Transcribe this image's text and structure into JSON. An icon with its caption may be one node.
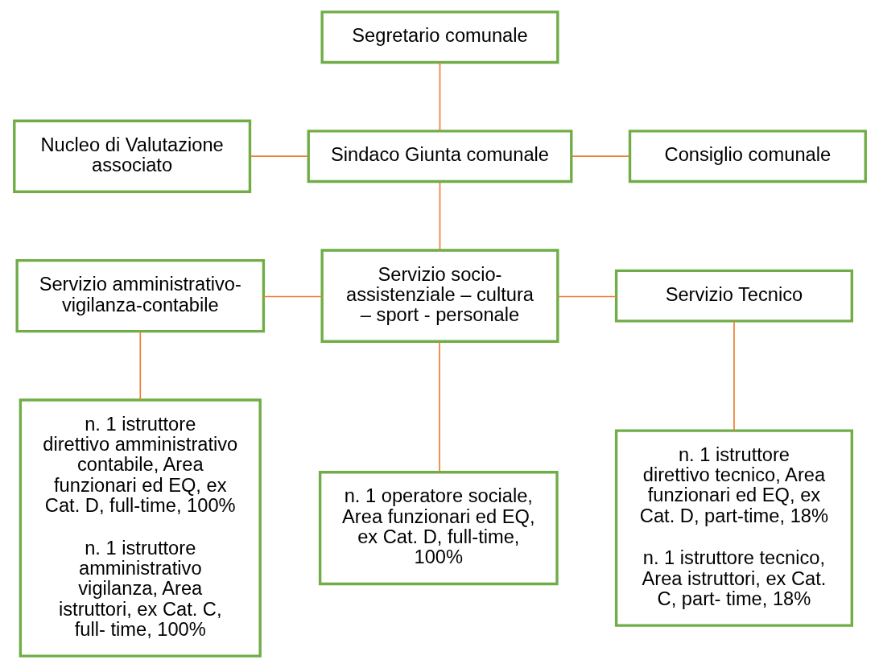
{
  "diagram": {
    "nodes": [
      {
        "text": [
          "Nucleo di Valutazione associato"
        ]
      },
      {
        "text": [
          "Sindaco Giunta comunale"
        ]
      },
      {
        "text": [
          "Consiglio comunale"
        ]
      },
      {
        "text": [
          "Segretario comunale"
        ]
      },
      {
        "text": [
          "Servizio amministrativo-vigilanza-contabile"
        ]
      },
      {
        "text": [
          "Servizio socio-assistenziale – cultura – sport - personale"
        ]
      },
      {
        "text": [
          "Servizio Tecnico"
        ]
      },
      {
        "text": [
          "n. 1 istruttore direttivo amministrativo contabile, Area funzionari ed EQ, ex Cat. D, full-time, 100%",
          "n. 1 istruttore amministrativo vigilanza, Area istruttori, ex Cat. C, full- time, 100%"
        ]
      },
      {
        "text": [
          "n. 1 operatore sociale, Area funzionari ed EQ, ex Cat. D, full-time, 100%"
        ]
      },
      {
        "text": [
          "n. 1 istruttore direttivo tecnico, Area funzionari ed EQ, ex Cat. D, part-time, 18%",
          "n. 1 istruttore tecnico, Area istruttori, ex Cat. C, part- time, 18%"
        ]
      }
    ],
    "edges": [
      {
        "from": 0,
        "to": 1,
        "arrow": "none"
      },
      {
        "from": 1,
        "to": 2,
        "arrow": "none"
      },
      {
        "from": 3,
        "to": 1,
        "arrow": "none"
      },
      {
        "from": 1,
        "to": 5,
        "arrow": "none"
      },
      {
        "from": 4,
        "to": 5,
        "arrow": "none"
      },
      {
        "from": 5,
        "to": 6,
        "arrow": "none"
      },
      {
        "from": 4,
        "to": 7,
        "arrow": "none"
      },
      {
        "from": 5,
        "to": 8,
        "arrow": "none"
      },
      {
        "from": 6,
        "to": 9,
        "arrow": "none"
      }
    ]
  }
}
